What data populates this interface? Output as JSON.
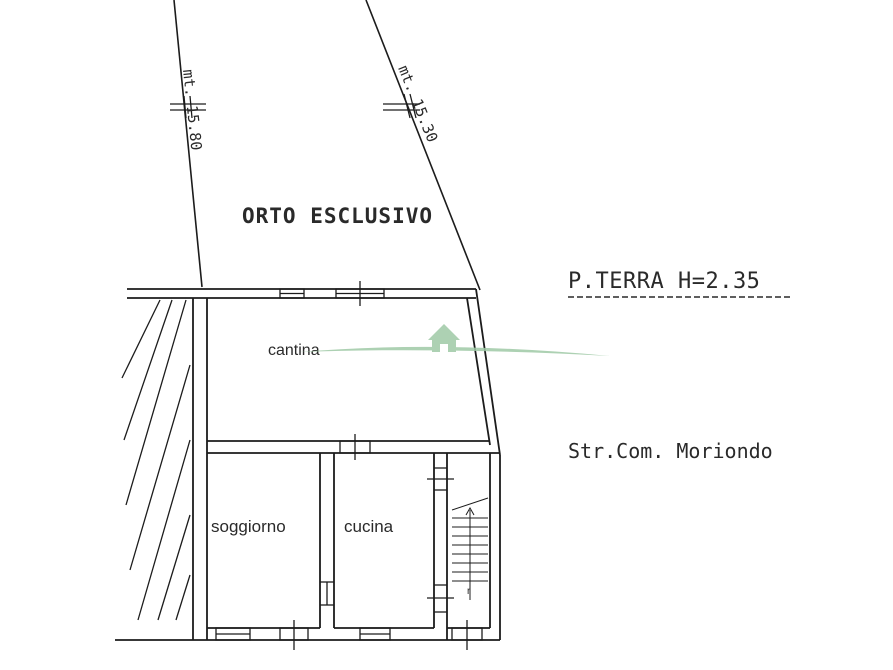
{
  "boundary": {
    "left_measure": "mt. 15.80",
    "right_measure": "mt. 15.30"
  },
  "garden_label": "ORTO ESCLUSIVO",
  "floor_label": "P.TERRA H=2.35",
  "street_label": "Str.Com. Moriondo",
  "rooms": {
    "cantina": "cantina",
    "soggiorno": "soggiorno",
    "cucina": "cucina"
  },
  "colors": {
    "ink": "#1c1c1c",
    "watermark": "#9fc9a6"
  },
  "watermark_icon": "house-icon"
}
